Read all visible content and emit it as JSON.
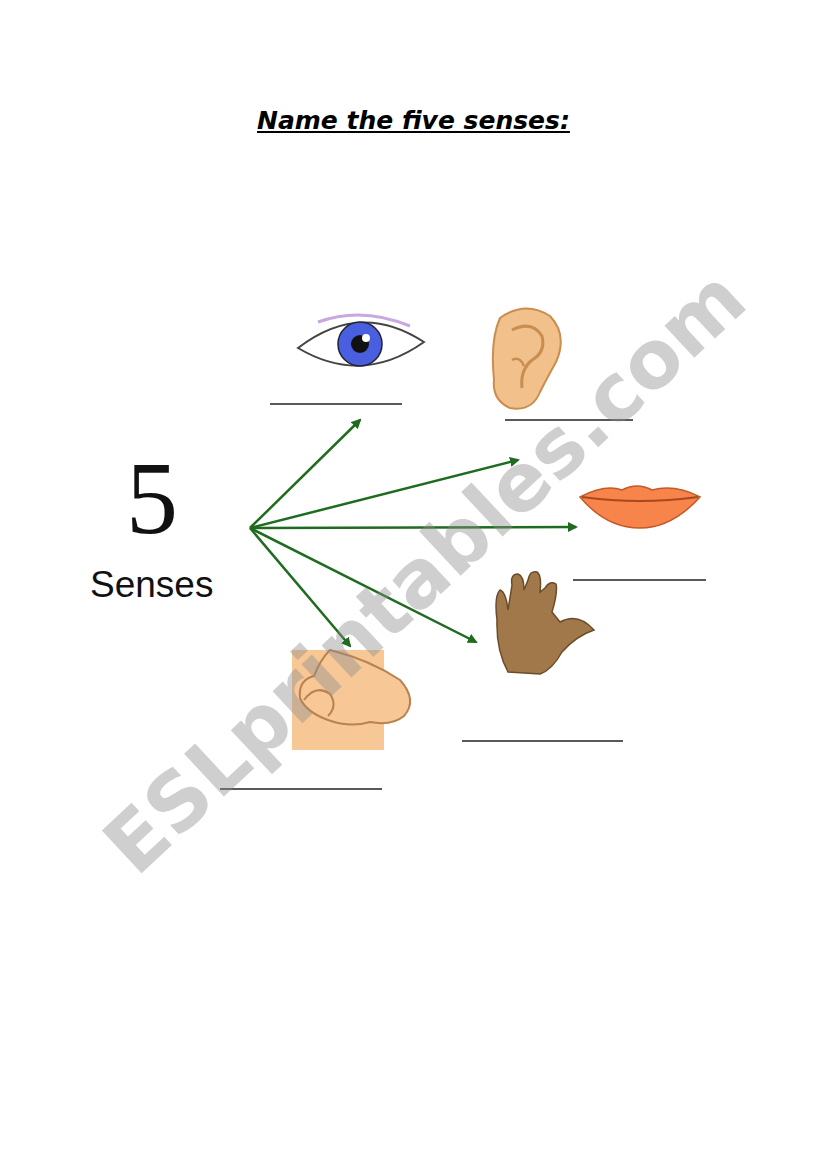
{
  "diagram": {
    "title": "Name the five senses:",
    "labels": [
      "5",
      "Senses",
      "ESLprintables.com"
    ]
  }
}
